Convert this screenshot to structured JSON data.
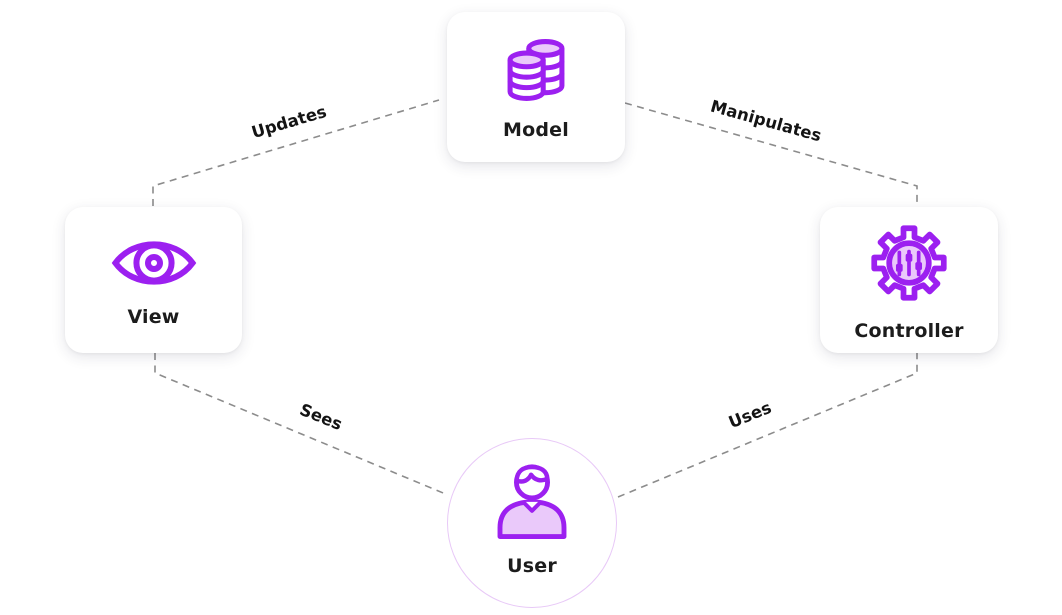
{
  "diagram": {
    "nodes": [
      {
        "id": "model",
        "label": "Model",
        "icon": "database-icon",
        "shape": "rounded-card"
      },
      {
        "id": "view",
        "label": "View",
        "icon": "eye-icon",
        "shape": "rounded-card"
      },
      {
        "id": "controller",
        "label": "Controller",
        "icon": "gear-sliders-icon",
        "shape": "rounded-card"
      },
      {
        "id": "user",
        "label": "User",
        "icon": "person-icon",
        "shape": "circle"
      }
    ],
    "edges": [
      {
        "from": "view",
        "to": "model",
        "label": "Updates",
        "style": "dashed"
      },
      {
        "from": "model",
        "to": "controller",
        "label": "Manipulates",
        "style": "dashed"
      },
      {
        "from": "view",
        "to": "user",
        "label": "Sees",
        "style": "dashed"
      },
      {
        "from": "user",
        "to": "controller",
        "label": "Uses",
        "style": "dashed"
      }
    ],
    "colors": {
      "accent": "#9c20f0",
      "accent_light_fill": "#eac9fa",
      "user_circle_border": "#e8c9f7",
      "connector_line": "#8c8c8c",
      "text": "#1c1c1c",
      "card_background": "#ffffff"
    }
  }
}
